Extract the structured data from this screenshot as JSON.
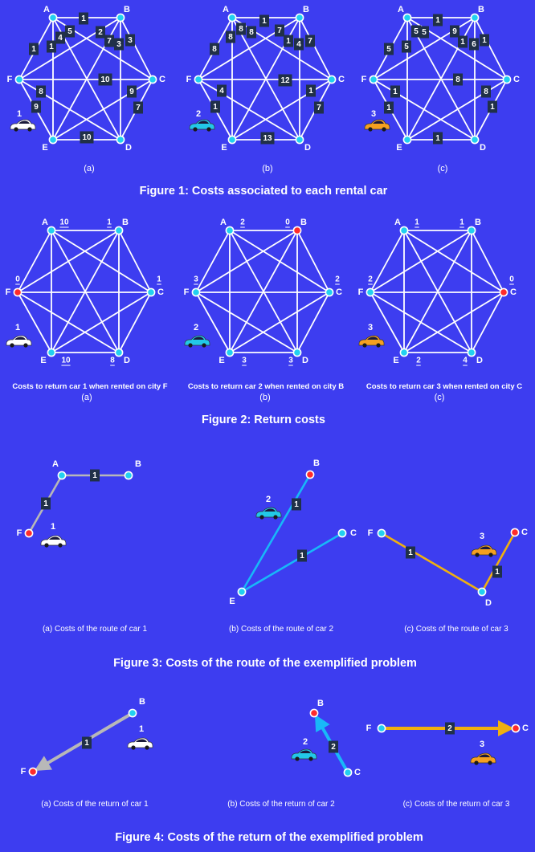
{
  "colors": {
    "background": "#3d3df0",
    "edge": "#ffffff",
    "node_fill": "#22d0f0",
    "node_stroke": "#ffffff",
    "node_red": "#ff2b2b",
    "label_box": "#203048",
    "car1": "#ffffff",
    "car2": "#22c8e8",
    "car3": "#f5a020",
    "route1": "#b8b8b8",
    "route2": "#18b8f8",
    "route3": "#f0b010"
  },
  "figure1": {
    "caption": "Figure 1: Costs associated to each rental car",
    "panels": [
      {
        "sublabel": "(a)",
        "car_number": "1",
        "car_color": "car1",
        "weights": [
          "1",
          "5",
          "2",
          "1",
          "7",
          "3",
          "4",
          "3",
          "1",
          "8",
          "10",
          "9",
          "9",
          "7",
          "10"
        ]
      },
      {
        "sublabel": "(b)",
        "car_number": "2",
        "car_color": "car2",
        "weights": [
          "1",
          "8",
          "7",
          "8",
          "1",
          "7",
          "8",
          "4",
          "8",
          "4",
          "1",
          "12",
          "1",
          "7",
          "13"
        ]
      },
      {
        "sublabel": "(c)",
        "car_number": "3",
        "car_color": "car3",
        "weights": [
          "1",
          "5",
          "9",
          "5",
          "1",
          "1",
          "5",
          "6",
          "5",
          "1",
          "1",
          "8",
          "8",
          "1",
          "1"
        ]
      }
    ]
  },
  "figure2": {
    "caption": "Figure 2: Return costs",
    "panels": [
      {
        "sublabel": "(a)",
        "car_number": "1",
        "car_color": "car1",
        "description": "Costs to return car 1 when rented on city F",
        "red_node": "F",
        "costs": {
          "A": "10",
          "B": "1",
          "C": "1",
          "D": "8",
          "E": "10",
          "F": "0"
        }
      },
      {
        "sublabel": "(b)",
        "car_number": "2",
        "car_color": "car2",
        "description": "Costs to return car 2 when rented on city B",
        "red_node": "B",
        "costs": {
          "A": "2",
          "B": "0",
          "C": "2",
          "D": "3",
          "E": "3",
          "F": "3"
        }
      },
      {
        "sublabel": "(c)",
        "car_number": "3",
        "car_color": "car3",
        "description": "Costs to return car 3 when rented on city  C",
        "red_node": "C",
        "costs": {
          "A": "1",
          "B": "1",
          "C": "0",
          "D": "4",
          "E": "2",
          "F": "2"
        }
      }
    ]
  },
  "figure3": {
    "caption": "Figure 3: Costs of the route of the exemplified problem",
    "panels": [
      {
        "sublabel": "(a) Costs of the route of car 1",
        "car_number": "1",
        "nodes": [
          "F",
          "A",
          "B"
        ],
        "weights": [
          "1",
          "1"
        ]
      },
      {
        "sublabel": "(b) Costs of the route of car 2",
        "car_number": "2",
        "nodes": [
          "B",
          "E",
          "C"
        ],
        "weights": [
          "1",
          "1"
        ]
      },
      {
        "sublabel": "(c) Costs of the route of car 3",
        "car_number": "3",
        "nodes": [
          "F",
          "D",
          "C"
        ],
        "weights": [
          "1",
          "1"
        ]
      }
    ]
  },
  "figure4": {
    "caption": "Figure 4: Costs of the return of the exemplified problem",
    "panels": [
      {
        "sublabel": "(a) Costs of the return of car 1",
        "car_number": "1",
        "from": "B",
        "to": "F",
        "weight": "1"
      },
      {
        "sublabel": "(b) Costs of the return of car 2",
        "car_number": "2",
        "from": "C",
        "to": "B",
        "weight": "2"
      },
      {
        "sublabel": "(c) Costs of the return of car 3",
        "car_number": "3",
        "from": "F",
        "to": "C",
        "weight": "2"
      }
    ]
  }
}
